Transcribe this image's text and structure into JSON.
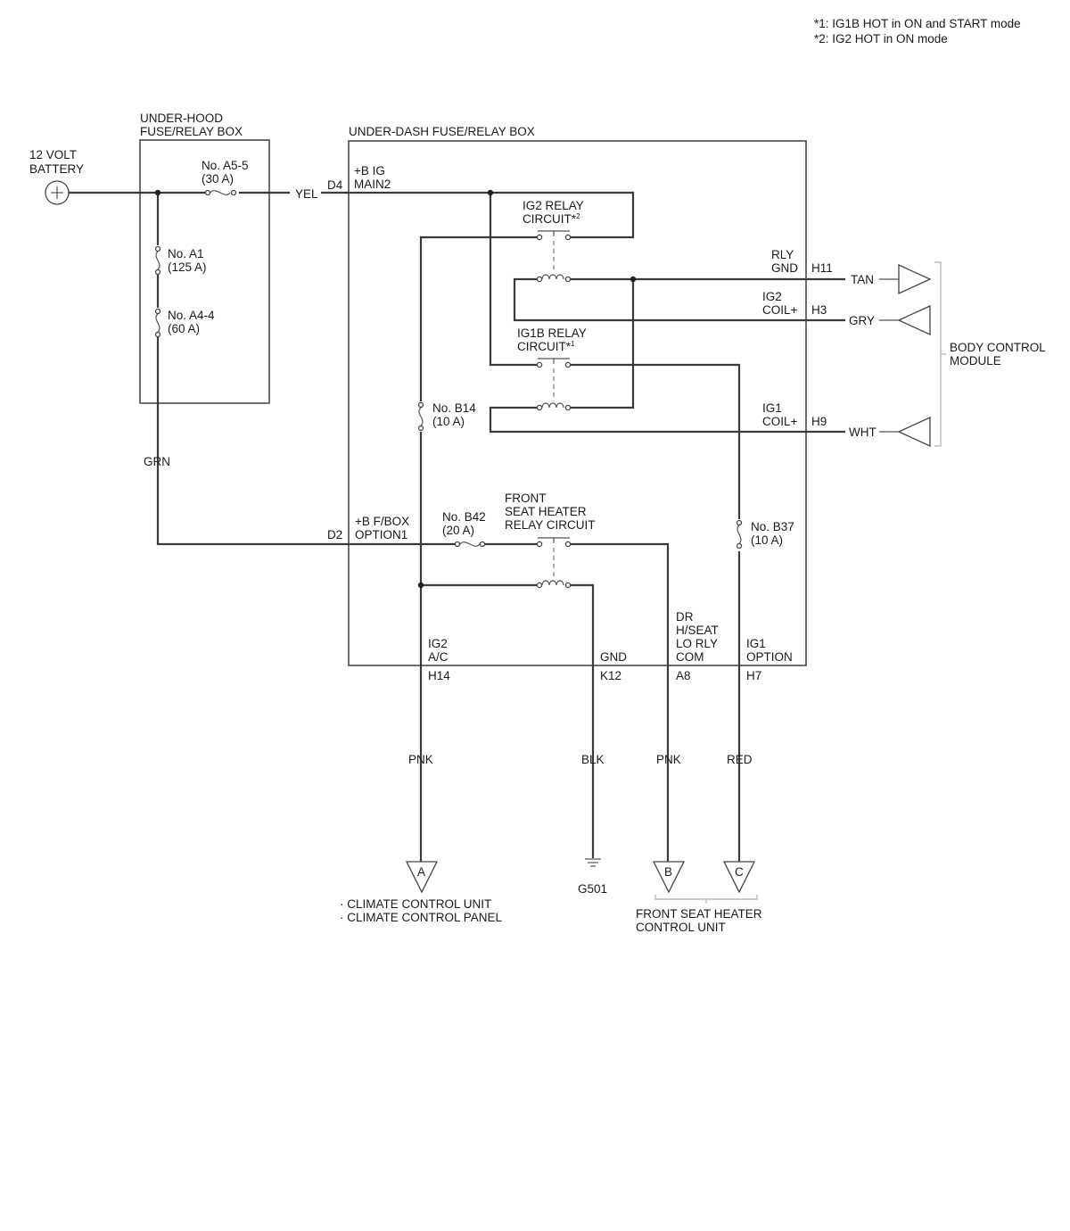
{
  "notes": [
    "*1: IG1B HOT in ON and START mode",
    "*2: IG2 HOT in ON mode"
  ],
  "boxes": {
    "under_hood": [
      "UNDER-HOOD",
      "FUSE/RELAY BOX"
    ],
    "under_dash": "UNDER-DASH FUSE/RELAY BOX"
  },
  "battery": [
    "12 VOLT",
    "BATTERY"
  ],
  "fuses": {
    "a5_5": [
      "No. A5-5",
      "(30 A)"
    ],
    "a1": [
      "No. A1",
      "(125 A)"
    ],
    "a4_4": [
      "No. A4-4",
      "(60 A)"
    ],
    "b14": [
      "No. B14",
      "(10 A)"
    ],
    "b42": [
      "No. B42",
      "(20 A)"
    ],
    "b37": [
      "No. B37",
      "(10 A)"
    ]
  },
  "relays": {
    "ig2": {
      "line1": "IG2 RELAY",
      "line2": "CIRCUIT*",
      "mark": "2"
    },
    "ig1b": {
      "line1": "IG1B RELAY",
      "line2": "CIRCUIT*",
      "mark": "1"
    },
    "seat": [
      "FRONT",
      "SEAT HEATER",
      "RELAY CIRCUIT"
    ]
  },
  "pins": {
    "d4": {
      "pin": "D4",
      "name": [
        "+B IG",
        "MAIN2"
      ]
    },
    "d2": {
      "pin": "D2",
      "name": [
        "+B F/BOX",
        "OPTION1"
      ]
    },
    "h11": {
      "pin": "H11",
      "name": [
        "RLY",
        "GND"
      ]
    },
    "h3": {
      "pin": "H3",
      "name": [
        "IG2",
        "COIL+"
      ]
    },
    "h9": {
      "pin": "H9",
      "name": [
        "IG1",
        "COIL+"
      ]
    },
    "h14": {
      "pin": "H14",
      "name": [
        "IG2",
        "A/C"
      ]
    },
    "k12": {
      "pin": "K12",
      "name": [
        "GND"
      ]
    },
    "a8": {
      "pin": "A8",
      "name": [
        "DR",
        "H/SEAT",
        "LO RLY",
        "COM"
      ]
    },
    "h7": {
      "pin": "H7",
      "name": [
        "IG1",
        "OPTION"
      ]
    }
  },
  "wires": {
    "yel": "YEL",
    "grn": "GRN",
    "tan": "TAN",
    "gry": "GRY",
    "wht": "WHT",
    "pnk_a": "PNK",
    "blk": "BLK",
    "pnk_b": "PNK",
    "red": "RED"
  },
  "modules": {
    "bcm": [
      "BODY CONTROL",
      "MODULE"
    ],
    "climate": [
      "· CLIMATE CONTROL UNIT",
      "· CLIMATE CONTROL PANEL"
    ],
    "seat_unit": [
      "FRONT SEAT HEATER",
      "CONTROL UNIT"
    ]
  },
  "connectors": {
    "a": "A",
    "b": "B",
    "c": "C"
  },
  "ground": "G501"
}
